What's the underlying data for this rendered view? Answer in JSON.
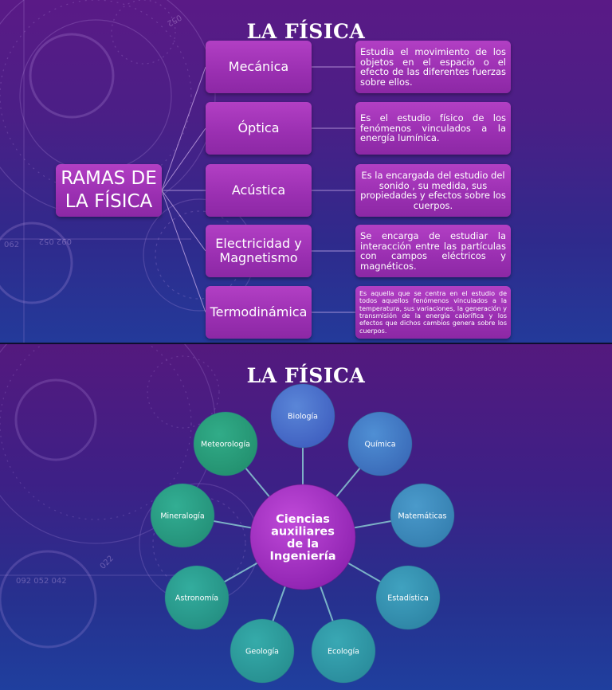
{
  "slide1": {
    "title": "LA FÍSICA",
    "main": [
      "RAMAS DE",
      "LA FÍSICA"
    ],
    "branches": [
      {
        "name": "Mecánica",
        "desc": "Estudia el movimiento de los objetos en el espacio o el efecto de las diferentes fuerzas sobre ellos."
      },
      {
        "name": "Óptica",
        "desc": "Es el estudio físico de los fenómenos vinculados a la energía lumínica."
      },
      {
        "name": "Acústica",
        "desc": "Es la encargada del estudio del sonido , su medida, sus propiedades y efectos sobre los cuerpos."
      },
      {
        "name": "Electricidad y Magnetismo",
        "desc": "Se encarga de estudiar la interacción entre las partículas con campos eléctricos y magnéticos."
      },
      {
        "name": "Termodinámica",
        "desc": "Es aquella que se centra en el estudio de todos aquellos fenómenos vinculados a la temperatura, sus variaciones, la generación y transmisión de la energía calorífica y los efectos que dichos cambios genera sobre los cuerpos."
      }
    ]
  },
  "slide2": {
    "title": "LA FÍSICA",
    "center": [
      "Ciencias",
      "auxiliares",
      "de la",
      "Ingeniería"
    ],
    "satellites": [
      "Biología",
      "Química",
      "Matemáticas",
      "Estadística",
      "Ecología",
      "Geología",
      "Astronomía",
      "Mineralogía",
      "Meteorología"
    ]
  },
  "colors": {
    "box_purple": "#9a2fb1",
    "center_purple": "#a22cc2",
    "bubble_blue": "#4a66c6",
    "bubble_teal": "#2fa0ad",
    "bubble_green": "#2a9a80"
  }
}
